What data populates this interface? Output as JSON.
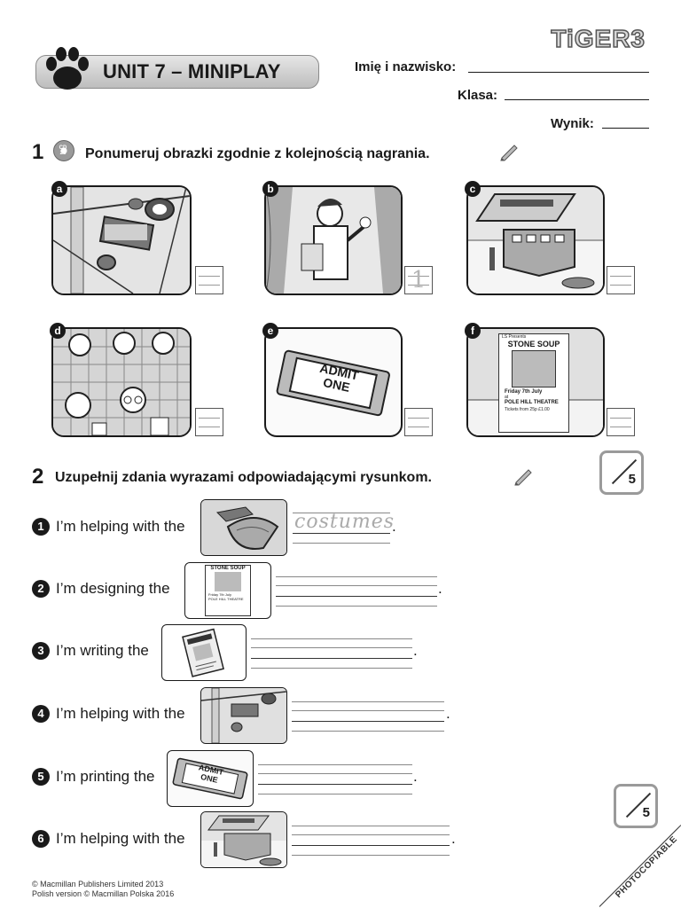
{
  "header": {
    "logo": "TiGER3",
    "unit_title": "UNIT 7 – MINIPLAY",
    "name_label": "Imię i nazwisko:",
    "class_label": "Klasa:",
    "score_label": "Wynik:"
  },
  "exercise1": {
    "number": "1",
    "cd_track": "CD 28",
    "instruction": "Ponumeruj obrazki zgodnie z kolejnością nagrania.",
    "pictures": [
      {
        "letter": "a",
        "subject": "stage lights",
        "answer": ""
      },
      {
        "letter": "b",
        "subject": "actor on stage",
        "answer": "1"
      },
      {
        "letter": "c",
        "subject": "lighting desk and props",
        "answer": ""
      },
      {
        "letter": "d",
        "subject": "audience with popcorn",
        "answer": ""
      },
      {
        "letter": "e",
        "subject": "ticket",
        "answer": ""
      },
      {
        "letter": "f",
        "subject": "poster",
        "answer": ""
      }
    ],
    "ticket_text": "ADMIT ONE",
    "poster": {
      "presents": "LS Presents",
      "title": "STONE SOUP",
      "date": "Friday 7th July",
      "at": "at",
      "venue": "POLE HILL THEATRE",
      "tickets": "Tickets from 25p £1.00"
    },
    "score": "5"
  },
  "exercise2": {
    "number": "2",
    "instruction": "Uzupełnij zdania wyrazami odpowiadającymi rysunkom.",
    "items": [
      {
        "num": "1",
        "text": "I’m helping with the",
        "answer": "costumes",
        "period": "."
      },
      {
        "num": "2",
        "text": "I’m designing the",
        "answer": "",
        "period": "."
      },
      {
        "num": "3",
        "text": "I’m writing the",
        "answer": "",
        "period": "."
      },
      {
        "num": "4",
        "text": "I’m helping with the",
        "answer": "",
        "period": "."
      },
      {
        "num": "5",
        "text": "I’m printing the",
        "answer": "",
        "period": "."
      },
      {
        "num": "6",
        "text": "I’m helping with the",
        "answer": "",
        "period": "."
      }
    ],
    "score": "5"
  },
  "footer": {
    "copyright1": "© Macmillan Publishers Limited 2013",
    "copyright2": "Polish version © Macmillan Polska 2016",
    "photocopiable": "PHOTOCOPIABLE"
  }
}
